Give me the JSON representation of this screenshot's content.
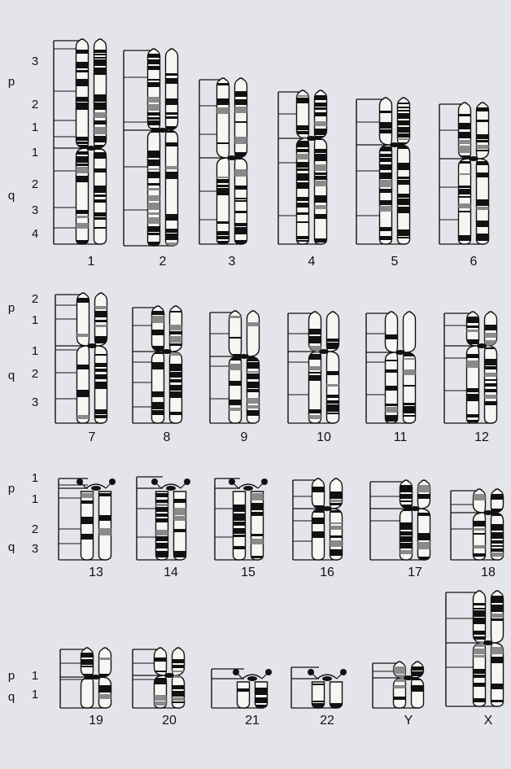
{
  "axis_labels": {
    "row1": {
      "p": "p",
      "q": "q",
      "bands": [
        "3",
        "2",
        "1",
        "1",
        "2",
        "3",
        "4"
      ]
    },
    "row2": {
      "p": "p",
      "q": "q",
      "bands": [
        "2",
        "1",
        "1",
        "2",
        "3"
      ]
    },
    "row3": {
      "p": "p",
      "q": "q",
      "bands": [
        "1",
        "1",
        "2",
        "3"
      ]
    },
    "row4": {
      "p": "p",
      "q": "q",
      "bands": [
        "1",
        "1"
      ]
    }
  },
  "chromosomes": [
    {
      "label": "1"
    },
    {
      "label": "2"
    },
    {
      "label": "3"
    },
    {
      "label": "4"
    },
    {
      "label": "5"
    },
    {
      "label": "6"
    },
    {
      "label": "7"
    },
    {
      "label": "8"
    },
    {
      "label": "9"
    },
    {
      "label": "10"
    },
    {
      "label": "11"
    },
    {
      "label": "12"
    },
    {
      "label": "13"
    },
    {
      "label": "14"
    },
    {
      "label": "15"
    },
    {
      "label": "16"
    },
    {
      "label": "17"
    },
    {
      "label": "18"
    },
    {
      "label": "19"
    },
    {
      "label": "20"
    },
    {
      "label": "21"
    },
    {
      "label": "22"
    },
    {
      "label": "Y"
    },
    {
      "label": "X"
    }
  ],
  "colors": {
    "background": "#e4e5ea",
    "ink": "#111111",
    "chromatid": "#f6f6f2"
  }
}
